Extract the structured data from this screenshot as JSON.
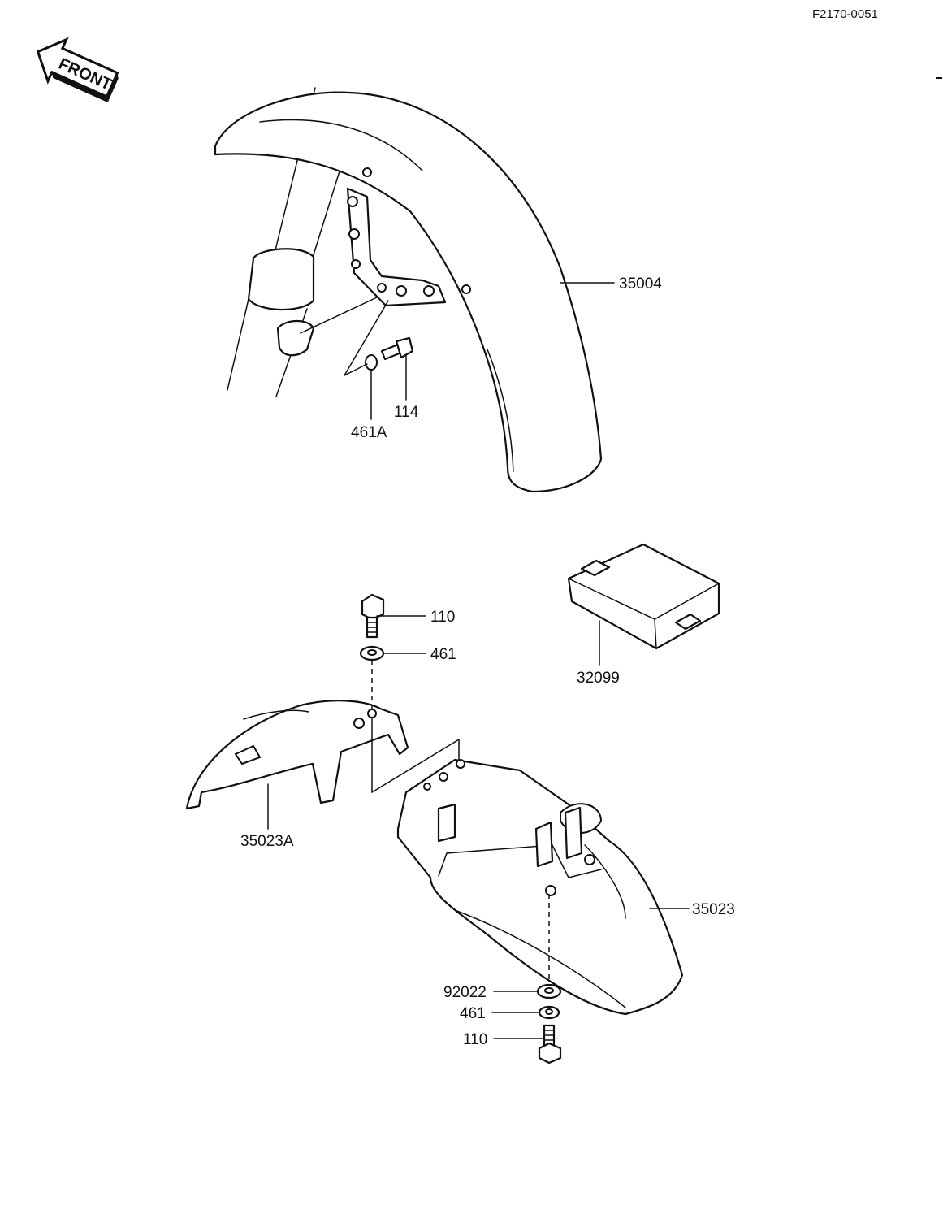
{
  "header": {
    "figure_code": "F2170-0051"
  },
  "direction_badge": {
    "label": "FRONT"
  },
  "callouts": {
    "front_fender": "35004",
    "front_bolt": "114",
    "front_washer": "461A",
    "flap_bolt": "110",
    "flap_washer": "461",
    "tool_kit": "32099",
    "rear_flap": "35023A",
    "rear_fender": "35023",
    "lower_washer_large": "92022",
    "lower_washer": "461",
    "lower_bolt": "110"
  }
}
